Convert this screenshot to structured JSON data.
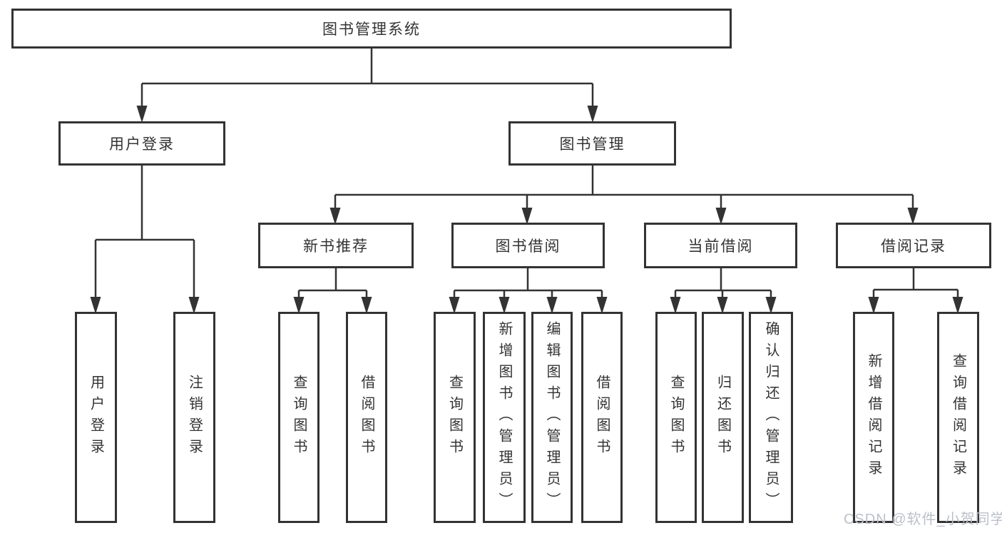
{
  "diagram": {
    "title": "图书管理系统",
    "nodes": {
      "root": {
        "label": "图书管理系统"
      },
      "userLogin": {
        "label": "用户登录"
      },
      "bookMgmt": {
        "label": "图书管理"
      },
      "newBookRec": {
        "label": "新书推荐"
      },
      "bookBorrow": {
        "label": "图书借阅"
      },
      "currentBorrow": {
        "label": "当前借阅"
      },
      "borrowRecords": {
        "label": "借阅记录"
      },
      "leafUserLogin": {
        "label": "用户登录"
      },
      "leafLogout": {
        "label": "注销登录"
      },
      "leafNbrQuery": {
        "label": "查询图书"
      },
      "leafNbrBorrow": {
        "label": "借阅图书"
      },
      "leafBbQuery": {
        "label": "查询图书"
      },
      "leafBbAdd": {
        "label": "新增图书（管理员）"
      },
      "leafBbEdit": {
        "label": "编辑图书（管理员）"
      },
      "leafBbBorrow": {
        "label": "借阅图书"
      },
      "leafCbQuery": {
        "label": "查询图书"
      },
      "leafCbReturn": {
        "label": "归还图书"
      },
      "leafCbConfirm": {
        "label": "确认归还（管理员）"
      },
      "leafBrAdd": {
        "label": "新增借阅记录"
      },
      "leafBrQuery": {
        "label": "查询借阅记录"
      }
    },
    "hierarchy": [
      {
        "parent": "图书管理系统",
        "children": [
          "用户登录",
          "图书管理"
        ]
      },
      {
        "parent": "用户登录",
        "children": [
          "用户登录",
          "注销登录"
        ]
      },
      {
        "parent": "图书管理",
        "children": [
          "新书推荐",
          "图书借阅",
          "当前借阅",
          "借阅记录"
        ]
      },
      {
        "parent": "新书推荐",
        "children": [
          "查询图书",
          "借阅图书"
        ]
      },
      {
        "parent": "图书借阅",
        "children": [
          "查询图书",
          "新增图书（管理员）",
          "编辑图书（管理员）",
          "借阅图书"
        ]
      },
      {
        "parent": "当前借阅",
        "children": [
          "查询图书",
          "归还图书",
          "确认归还（管理员）"
        ]
      },
      {
        "parent": "借阅记录",
        "children": [
          "新增借阅记录",
          "查询借阅记录"
        ]
      }
    ],
    "colors": {
      "line": "#333333",
      "box_border": "#333333",
      "text": "#333333",
      "background": "#ffffff",
      "watermark": "#bcc0c8"
    }
  },
  "watermark": {
    "text": "CSDN @软件_小贺同学"
  }
}
